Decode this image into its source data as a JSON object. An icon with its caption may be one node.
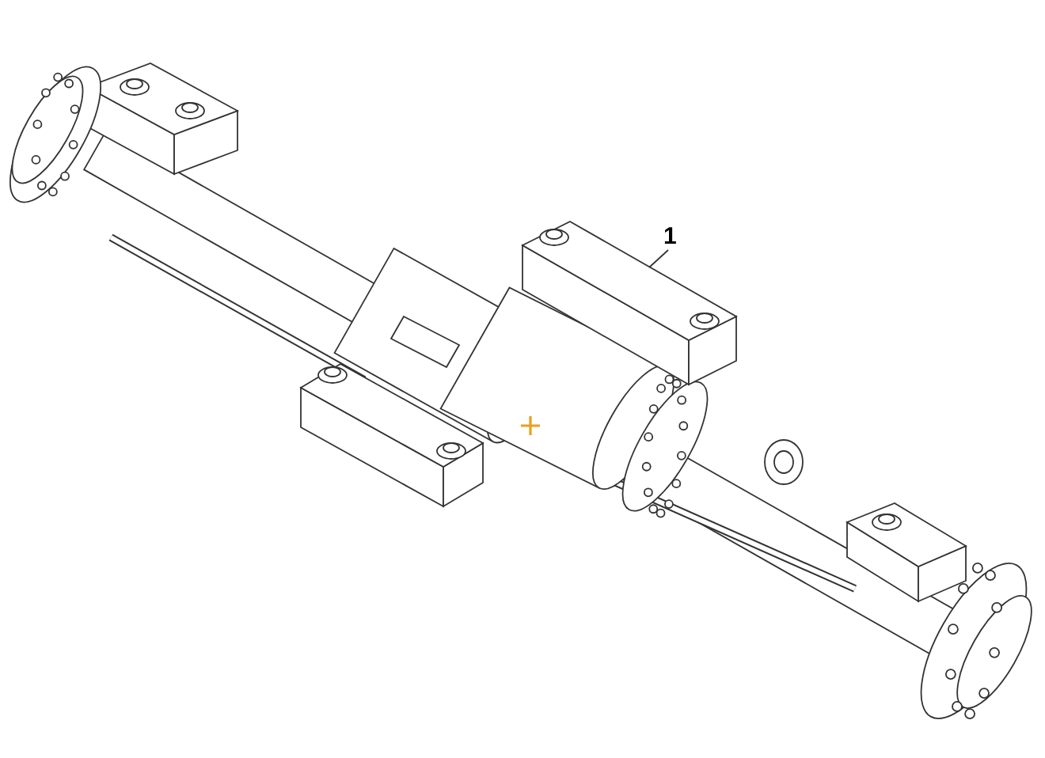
{
  "diagram": {
    "nodes": [
      {
        "text": [
          "1"
        ]
      },
      {
        "text": [],
        "shape": "box"
      }
    ],
    "edges": [
      {
        "from": 0,
        "to": 1,
        "arrow": "none"
      }
    ]
  }
}
